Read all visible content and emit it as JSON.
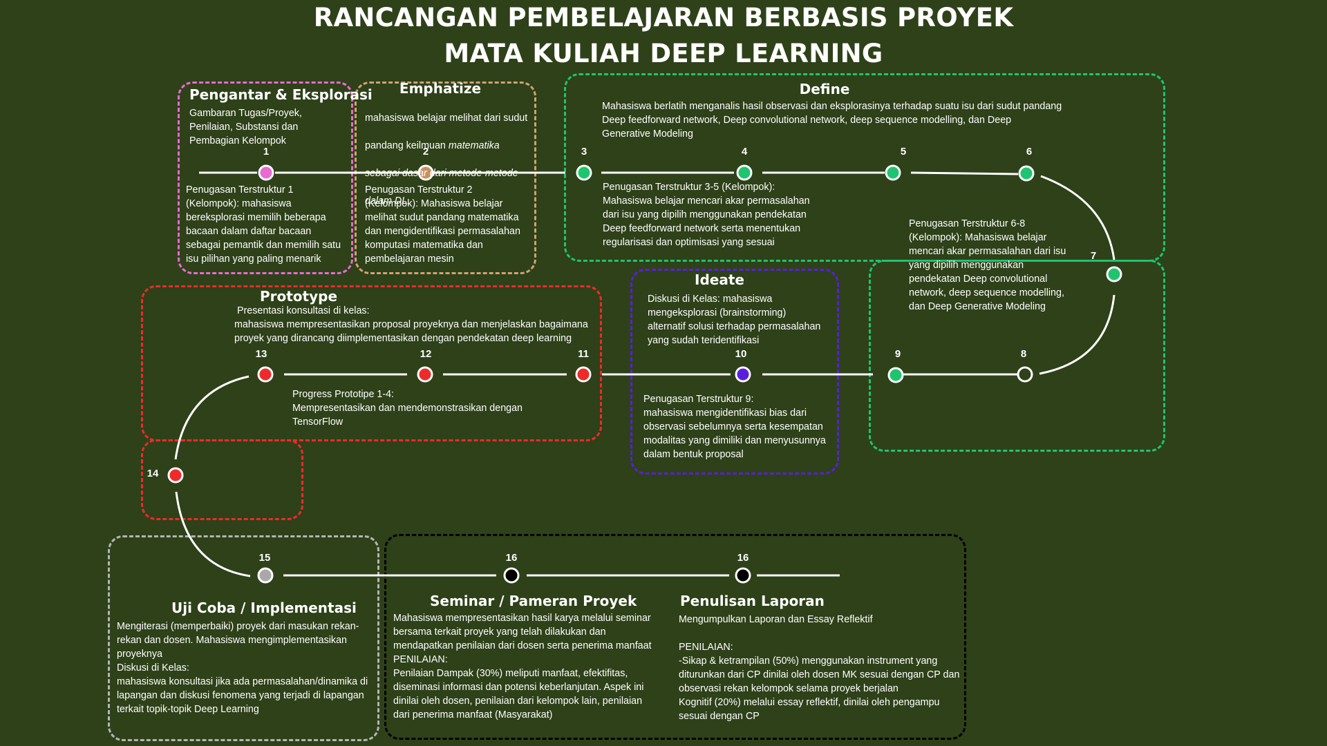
{
  "title_line1": "RANCANGAN PEMBELAJARAN BERBASIS PROYEK",
  "title_line2": "MATA KULIAH DEEP LEARNING",
  "colors": {
    "background": "#2e4119",
    "pengantar": "#e96bd1",
    "emphatize": "#d2a273",
    "define": "#1fc46f",
    "ideate": "#5a1ee0",
    "prototype": "#ee2b2b",
    "uji": "#b5b5b5",
    "seminar": "#000000"
  },
  "phases": {
    "pengantar": {
      "heading": "Pengantar & Eksplorasi",
      "desc": "Gambaran Tugas/Proyek,\nPenilaian, Substansi dan\nPembagian Kelompok",
      "task": "Penugasan Terstruktur 1\n(Kelompok): mahasiswa\nbereksplorasi memilih beberapa\nbacaan dalam daftar bacaan\nsebagai pemantik dan memilih satu\nisu pilihan yang paling menarik"
    },
    "emphatize": {
      "heading": "Emphatize",
      "desc_lines": [
        {
          "text": "mahasiswa belajar melihat dari sudut",
          "italic": false
        },
        {
          "text": "pandang keilmuan ",
          "italic": false,
          "italic_tail": "matematika"
        },
        {
          "text": "sebagai dasar dari metode-metode",
          "italic": true
        },
        {
          "text": "dalam DL.",
          "italic": true
        }
      ],
      "task": " Penugasan Terstruktur 2\n(Kelompok): Mahasiswa belajar\nmelihat sudut pandang matematika\ndan mengidentifikasi permasalahan\nkomputasi matematika dan\npembelajaran mesin"
    },
    "define": {
      "heading": "Define",
      "desc": "Mahasiswa berlatih menganalis hasil observasi dan eksplorasinya terhadap suatu isu dari sudut pandang\nDeep feedforward network, Deep convolutional network,  deep sequence modelling, dan Deep\nGenerative Modeling",
      "task_a": "Penugasan Terstruktur 3-5 (Kelompok):\nMahasiswa belajar mencari akar permasalahan\ndari isu yang dipilih menggunakan pendekatan\nDeep feedforward network serta menentukan\nregularisasi dan optimisasi yang sesuai",
      "task_b": "Penugasan Terstruktur 6-8\n(Kelompok): Mahasiswa belajar\nmencari akar permasalahan dari isu\nyang dipilih menggunakan\npendekatan  Deep convolutional\nnetwork,  deep sequence modelling,\ndan Deep Generative Modeling"
    },
    "ideate": {
      "heading": "Ideate",
      "desc": "Diskusi di Kelas:  mahasiswa\nmengeksplorasi (brainstorming)\nalternatif solusi terhadap permasalahan\nyang sudah teridentifikasi",
      "task": "Penugasan Terstruktur 9:\nmahasiswa mengidentifikasi bias dari\nobservasi sebelumnya serta kesempatan\nmodalitas yang dimiliki dan menyusunnya\ndalam bentuk proposal"
    },
    "prototype": {
      "heading": "Prototype",
      "desc_l1": "Presentasi konsultasi di kelas:",
      "desc_rest": "mahasiswa mempresentasikan proposal proyeknya dan menjelaskan bagaimana\nproyek yang dirancang diimplementasikan dengan pendekatan deep learning",
      "task": " Progress Prototipe 1-4:\nMempresentasikan dan mendemonstrasikan dengan\nTensorFlow"
    },
    "uji": {
      "heading": "Uji Coba / Implementasi",
      "desc": "Mengiterasi (memperbaiki) proyek dari masukan rekan-\nrekan dan dosen. Mahasiswa mengimplementasikan\nproyeknya\nDiskusi di Kelas:\nmahasiswa konsultasi jika ada permasalahan/dinamika di\nlapangan dan diskusi fenomena yang terjadi di lapangan\nterkait topik-topik Deep Learning"
    },
    "seminar": {
      "heading": "Seminar / Pameran Proyek",
      "desc": "Mahasiswa mempresentasikan hasil karya melalui seminar\nbersama terkait proyek yang telah dilakukan dan\nmendapatkan penilaian dari dosen serta penerima manfaat\nPENILAIAN:\nPenilaian Dampak (30%) meliputi manfaat, efektifitas,\ndiseminasi informasi dan potensi keberlanjutan. Aspek ini\ndinilai oleh dosen, penilaian dari kelompok lain, penilaian\ndari penerima manfaat (Masyarakat)"
    },
    "laporan": {
      "heading": "Penulisan Laporan",
      "desc": "Mengumpulkan Laporan dan Essay Reflektif\n\nPENILAIAN:\n-Sikap & ketrampilan (50%) menggunakan instrument yang\nditurunkan dari CP dinilai oleh dosen MK sesuai dengan CP dan\nobservasi rekan kelompok selama proyek berjalan\nKognitif (20%) melalui essay reflektif, dinilai oleh pengampu\nsesuai dengan CP"
    }
  },
  "nodes": [
    {
      "label": "1",
      "fill": "#e96bd1"
    },
    {
      "label": "2",
      "fill": "#c8915e"
    },
    {
      "label": "3",
      "fill": "#1fc46f"
    },
    {
      "label": "4",
      "fill": "#1fc46f"
    },
    {
      "label": "5",
      "fill": "#1fc46f"
    },
    {
      "label": "6",
      "fill": "#1fc46f"
    },
    {
      "label": "7",
      "fill": "#1fc46f"
    },
    {
      "label": "8",
      "fill": "#2e4119"
    },
    {
      "label": "9",
      "fill": "#1fc46f"
    },
    {
      "label": "10",
      "fill": "#5a1ee0"
    },
    {
      "label": "11",
      "fill": "#ee2b2b"
    },
    {
      "label": "12",
      "fill": "#ee2b2b"
    },
    {
      "label": "13",
      "fill": "#ee2b2b"
    },
    {
      "label": "14",
      "fill": "#ee2b2b"
    },
    {
      "label": "15",
      "fill": "#a9a9a9"
    },
    {
      "label": "16",
      "fill": "#000000"
    },
    {
      "label": "16",
      "fill": "#000000"
    }
  ]
}
